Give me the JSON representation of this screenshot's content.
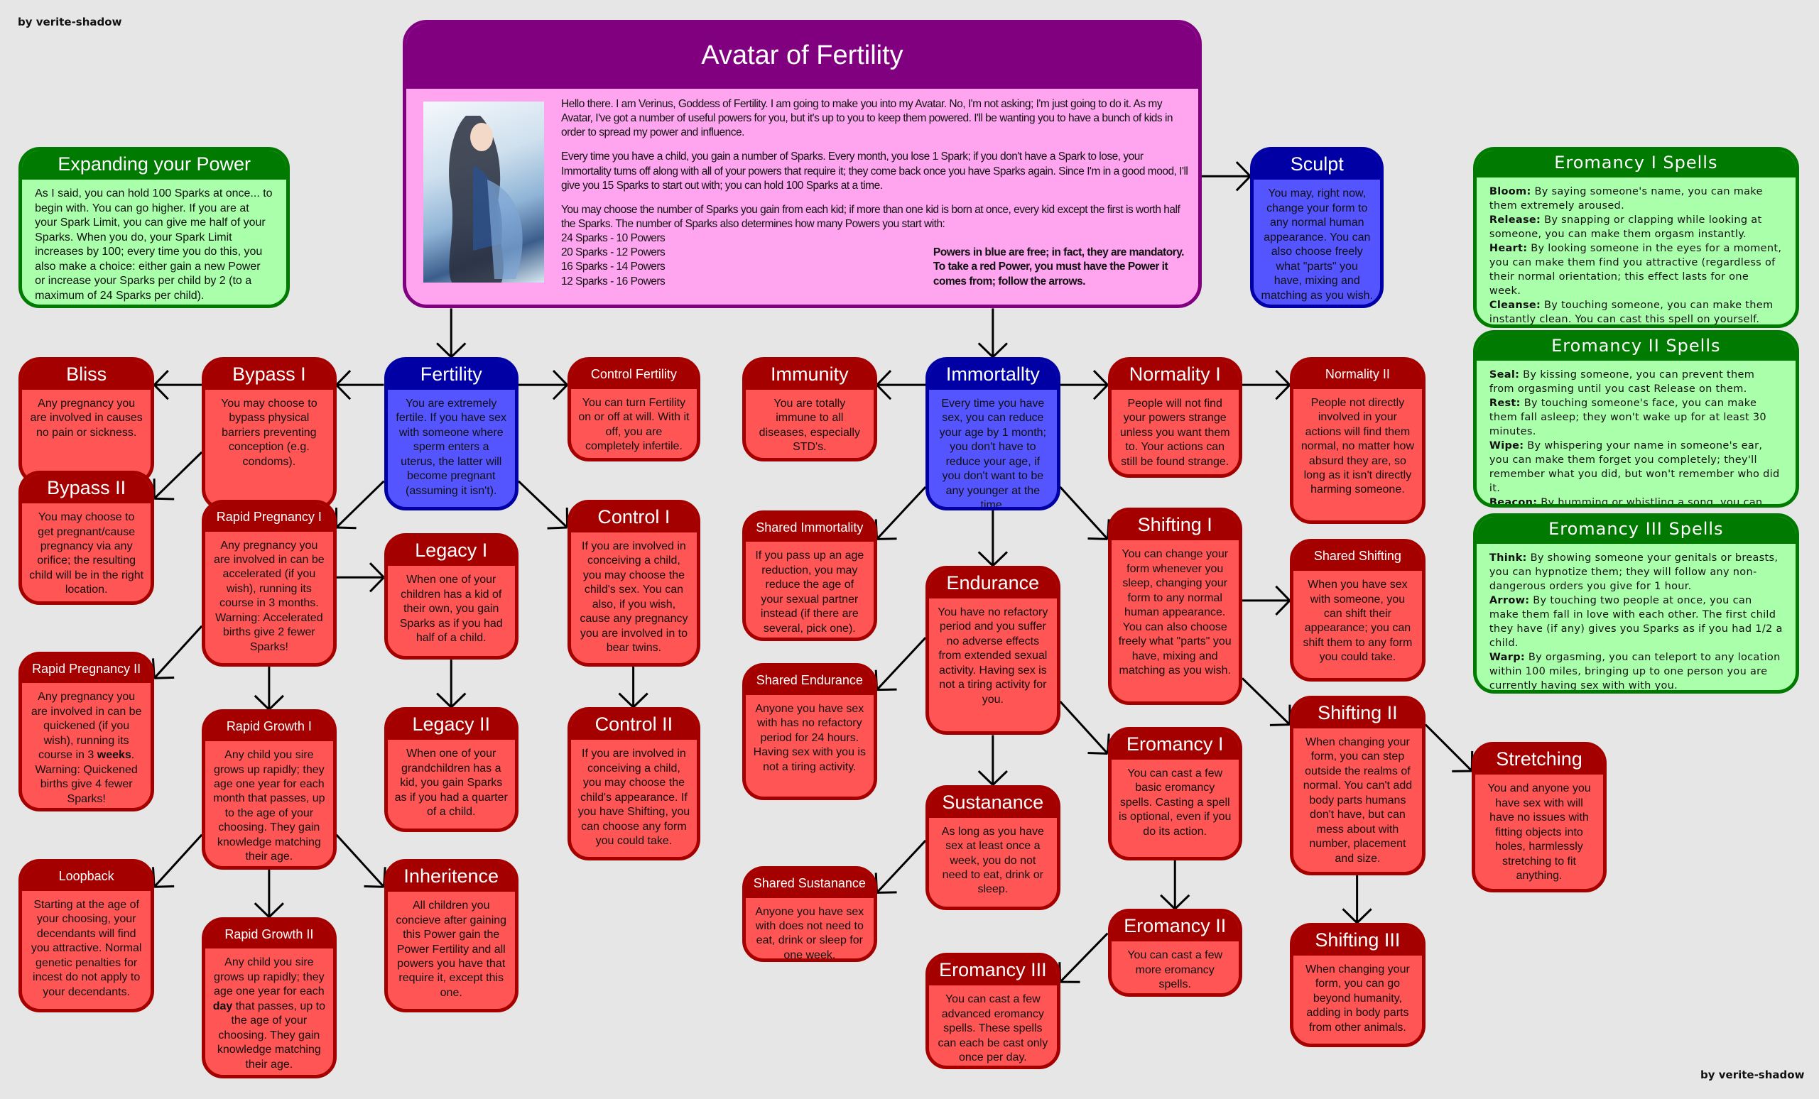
{
  "credit_top": "by verite-shadow",
  "credit_bottom": "by verite-shadow",
  "colors": {
    "red_header": "#a50000",
    "red_body": "#ff5555",
    "blue_header": "#0000a5",
    "blue_body": "#5555ff",
    "green_header": "#007a00",
    "green_body": "#aaffaa",
    "purple_header": "#800080",
    "purple_body": "#ffa5f0",
    "background": "#e6e6e6"
  },
  "main": {
    "title": "Avatar of Fertility",
    "paragraphs": [
      "Hello there. I am Verinus, Goddess of Fertility. I am going to make you into my Avatar. No, I'm not asking; I'm just going to do it. As my Avatar, I've got a number of useful powers for you, but it's up to you to keep them powered. I'll be wanting you to have a bunch of kids in order to spread my power and influence.",
      "Every time you have a child, you gain a number of Sparks. Every month, you lose 1 Spark; if you don't have a Spark to lose, your Immortality turns off along with all of your powers that require it; they come back once you have Sparks again. Since I'm in a good mood, I'll give you 15 Sparks to start out with; you can hold 100 Sparks at a time.",
      "You may choose the number of Sparks you gain from each kid; if more than one kid is born at once, every kid except the first is worth half the Sparks. The number of Sparks also determines how many Powers you start with:"
    ],
    "tiers": [
      "24 Sparks - 10 Powers",
      "20 Sparks - 12 Powers",
      "16 Sparks - 14 Powers",
      "12 Sparks - 16 Powers"
    ],
    "note": [
      "Powers in blue are free; in fact, they are mandatory.",
      "To take a red Power, you must have the Power it",
      "comes from; follow the arrows."
    ]
  },
  "nodes": [
    {
      "id": "expanding",
      "type": "green",
      "title": "Expanding your Power",
      "body": [
        {
          "t": "As I said, you can hold 100 Sparks at once... to begin with. You can go higher. If you are at your Spark Limit, you can give me half of your Sparks. When you do, your Spark Limit increases by 100; every time you do this, you also make a choice: either gain a new Power or increase your Sparks per child by 2 (to a maximum of 24 Sparks per child)."
        }
      ]
    },
    {
      "id": "sculpt",
      "type": "blue",
      "title": "Sculpt",
      "body": [
        {
          "t": "You may, right now, change your form to any normal human appearance. You can also choose freely what \"parts\" you have, mixing and matching as you wish."
        }
      ]
    },
    {
      "id": "bliss",
      "type": "red",
      "title": "Bliss",
      "body": [
        {
          "t": "Any pregnancy you are involved in causes no pain or sickness."
        }
      ]
    },
    {
      "id": "bypass1",
      "type": "red",
      "title": "Bypass I",
      "body": [
        {
          "t": "You may choose to bypass physical barriers preventing conception (e.g. condoms)."
        }
      ]
    },
    {
      "id": "fertility",
      "type": "blue",
      "title": "Fertility",
      "body": [
        {
          "t": "You are extremely fertile. If you have sex with someone where sperm enters a uterus, the latter will become pregnant (assuming it isn't)."
        }
      ]
    },
    {
      "id": "controlfert",
      "type": "red",
      "title": "Control Fertility",
      "body": [
        {
          "t": "You can turn Fertility on or off at will. With it off, you are completely infertile."
        }
      ]
    },
    {
      "id": "bypass2",
      "type": "red",
      "title": "Bypass II",
      "body": [
        {
          "t": "You may choose to get pregnant/cause pregnancy via any orifice; the resulting child will be in the right location."
        }
      ]
    },
    {
      "id": "rp1",
      "type": "red",
      "title": "Rapid Pregnancy I",
      "body": [
        {
          "t": "Any pregnancy you are involved in can be accelerated (if you wish), running its course in 3 months. Warning: Accelerated births give 2 fewer Sparks!"
        }
      ]
    },
    {
      "id": "legacy1",
      "type": "red",
      "title": "Legacy I",
      "body": [
        {
          "t": "When one of your children has a kid of their own, you gain Sparks as if you had half of a child."
        }
      ]
    },
    {
      "id": "control1",
      "type": "red",
      "title": "Control I",
      "body": [
        {
          "t": "If you are involved in conceiving a child, you may choose the child's sex. You can also, if you wish, cause any pregnancy you are involved in to bear twins."
        }
      ]
    },
    {
      "id": "rp2",
      "type": "red",
      "title": "Rapid Pregnancy II",
      "body": [
        {
          "t": "Any pregnancy you are involved in can be quickened (if you wish), running its course in 3 "
        },
        {
          "t": "weeks",
          "b": true
        },
        {
          "t": ". Warning: Quickened births give 4 fewer Sparks!"
        }
      ]
    },
    {
      "id": "rg1",
      "type": "red",
      "title": "Rapid Growth I",
      "body": [
        {
          "t": "Any child you sire grows up rapidly; they age one year for each month that passes, up to the age of your choosing. They gain knowledge matching their age."
        }
      ]
    },
    {
      "id": "legacy2",
      "type": "red",
      "title": "Legacy II",
      "body": [
        {
          "t": "When one of your grandchildren has a kid, you gain Sparks as if you had a quarter of a child."
        }
      ]
    },
    {
      "id": "control2",
      "type": "red",
      "title": "Control II",
      "body": [
        {
          "t": "If you are involved in conceiving a child, you may choose the child's appearance. If you have Shifting, you can choose any form you could take."
        }
      ]
    },
    {
      "id": "loopback",
      "type": "red",
      "title": "Loopback",
      "body": [
        {
          "t": "Starting at the age of your choosing, your decendants will find you attractive. Normal genetic penalties for incest do not apply to your decendants."
        }
      ]
    },
    {
      "id": "inheritence",
      "type": "red",
      "title": "Inheritence",
      "body": [
        {
          "t": "All children you concieve after gaining this Power gain the Power Fertility and all powers you have that require it, except this one."
        }
      ]
    },
    {
      "id": "rg2",
      "type": "red",
      "title": "Rapid Growth II",
      "body": [
        {
          "t": "Any child you sire grows up rapidly; they age one year for each "
        },
        {
          "t": "day",
          "b": true
        },
        {
          "t": " that passes, up to the age of your choosing. They gain knowledge matching their age."
        }
      ]
    },
    {
      "id": "immunity",
      "type": "red",
      "title": "Immunity",
      "body": [
        {
          "t": "You are totally immune to all diseases, especially STD's."
        }
      ]
    },
    {
      "id": "immortality",
      "type": "blue",
      "title": "Immortallty",
      "body": [
        {
          "t": "Every time you have sex, you can reduce your age by 1 month; you don't have to reduce your age, if you don't want to be any younger at the time."
        }
      ]
    },
    {
      "id": "normality1",
      "type": "red",
      "title": "Normality I",
      "body": [
        {
          "t": "People will not find your powers strange unless you want them to. Your actions can still be found strange."
        }
      ]
    },
    {
      "id": "normality2",
      "type": "red",
      "title": "Normality II",
      "body": [
        {
          "t": "People not directly involved in your actions will find them normal, no matter how absurd they are, so long as it isn't directly harming someone."
        }
      ]
    },
    {
      "id": "sharedimm",
      "type": "red",
      "title": "Shared Immortality",
      "body": [
        {
          "t": "If you pass up an age reduction, you may reduce the age of your sexual partner instead (if there are several, pick one)."
        }
      ]
    },
    {
      "id": "shifting1",
      "type": "red",
      "title": "Shifting I",
      "body": [
        {
          "t": "You can change your form whenever you sleep, changing your form to any normal human appearance. You can also choose freely what \"parts\" you have, mixing and matching as you wish."
        }
      ]
    },
    {
      "id": "sharedshift",
      "type": "red",
      "title": "Shared Shifting",
      "body": [
        {
          "t": "When you have sex with someone, you can shift their appearance; you can shift them to any form you could take."
        }
      ]
    },
    {
      "id": "endurance",
      "type": "red",
      "title": "Endurance",
      "body": [
        {
          "t": "You have no refactory period and you suffer no adverse effects from extended sexual activity. Having sex is not a tiring activity for you."
        }
      ]
    },
    {
      "id": "sharedend",
      "type": "red",
      "title": "Shared Endurance",
      "body": [
        {
          "t": "Anyone you have sex with has no refactory period for 24 hours. Having sex with you is not a tiring activity."
        }
      ]
    },
    {
      "id": "ero1",
      "type": "red",
      "title": "Eromancy I",
      "body": [
        {
          "t": "You can cast a few basic eromancy spells. Casting a spell is optional, even if you do its action."
        }
      ]
    },
    {
      "id": "shifting2",
      "type": "red",
      "title": "Shifting II",
      "body": [
        {
          "t": "When changing your form, you can step outside the realms of normal. You can't add body parts humans don't have, but can mess about with number, placement and size."
        }
      ]
    },
    {
      "id": "stretching",
      "type": "red",
      "title": "Stretching",
      "body": [
        {
          "t": "You and anyone you have sex with will have no issues with fitting objects into holes, harmlessly stretching to fit anything."
        }
      ]
    },
    {
      "id": "sustanance",
      "type": "red",
      "title": "Sustanance",
      "body": [
        {
          "t": "As long as you have sex at least once a week, you do not need to eat, drink or sleep."
        }
      ]
    },
    {
      "id": "sharedsus",
      "type": "red",
      "title": "Shared Sustanance",
      "body": [
        {
          "t": "Anyone you have sex with does not need to eat, drink or sleep for one week."
        }
      ]
    },
    {
      "id": "ero2",
      "type": "red",
      "title": "Eromancy II",
      "body": [
        {
          "t": "You can cast a few more eromancy spells."
        }
      ]
    },
    {
      "id": "ero3",
      "type": "red",
      "title": "Eromancy III",
      "body": [
        {
          "t": "You can cast a few advanced eromancy spells. These spells can each be cast only once per day."
        }
      ]
    },
    {
      "id": "shifting3",
      "type": "red",
      "title": "Shifting III",
      "body": [
        {
          "t": "When changing your form, you can go beyond humanity, adding in body parts from other animals."
        }
      ]
    }
  ],
  "spells": [
    {
      "id": "spells1",
      "title": "Eromancy I Spells",
      "items": [
        {
          "name": "Bloom:",
          "text": " By saying someone's name, you can make them extremely aroused."
        },
        {
          "name": "Release:",
          "text": " By snapping or clapping while looking at someone, you can make them orgasm instantly."
        },
        {
          "name": "Heart:",
          "text": " By looking someone in the eyes for a moment, you can make them find you attractive (regardless of their normal orientation; this effect lasts for one week."
        },
        {
          "name": "Cleanse:",
          "text": " By touching someone, you can make them instantly clean. You can cast this spell on yourself."
        }
      ]
    },
    {
      "id": "spells2",
      "title": "Eromancy II Spells",
      "items": [
        {
          "name": "Seal:",
          "text": " By kissing someone, you can prevent them from orgasming until you cast Release on them."
        },
        {
          "name": "Rest:",
          "text": " By touching someone's face, you can make them fall asleep; they won't wake up for at least 30 minutes."
        },
        {
          "name": "Wipe:",
          "text": " By whispering your name in someone's ear, you can make them forget you completely; they'll remember what you did, but won't remember who did it."
        },
        {
          "name": "Beacon:",
          "text": " By humming or whistling a song, you can make everyone who hears it extremely aroused."
        }
      ]
    },
    {
      "id": "spells3",
      "title": "Eromancy III Spells",
      "items": [
        {
          "name": "Think:",
          "text": " By showing someone your genitals or breasts, you can hypnotize them; they will follow any non-dangerous orders you give for 1 hour."
        },
        {
          "name": "Arrow:",
          "text": " By touching two people at once, you can make them fall in love with each other. The first child they have (if any) gives you Sparks as if you had 1/2 a child."
        },
        {
          "name": "Warp:",
          "text": " By orgasming, you can teleport to any location within 100 miles, bringing up to one person you are currently having sex with with you."
        }
      ]
    }
  ]
}
